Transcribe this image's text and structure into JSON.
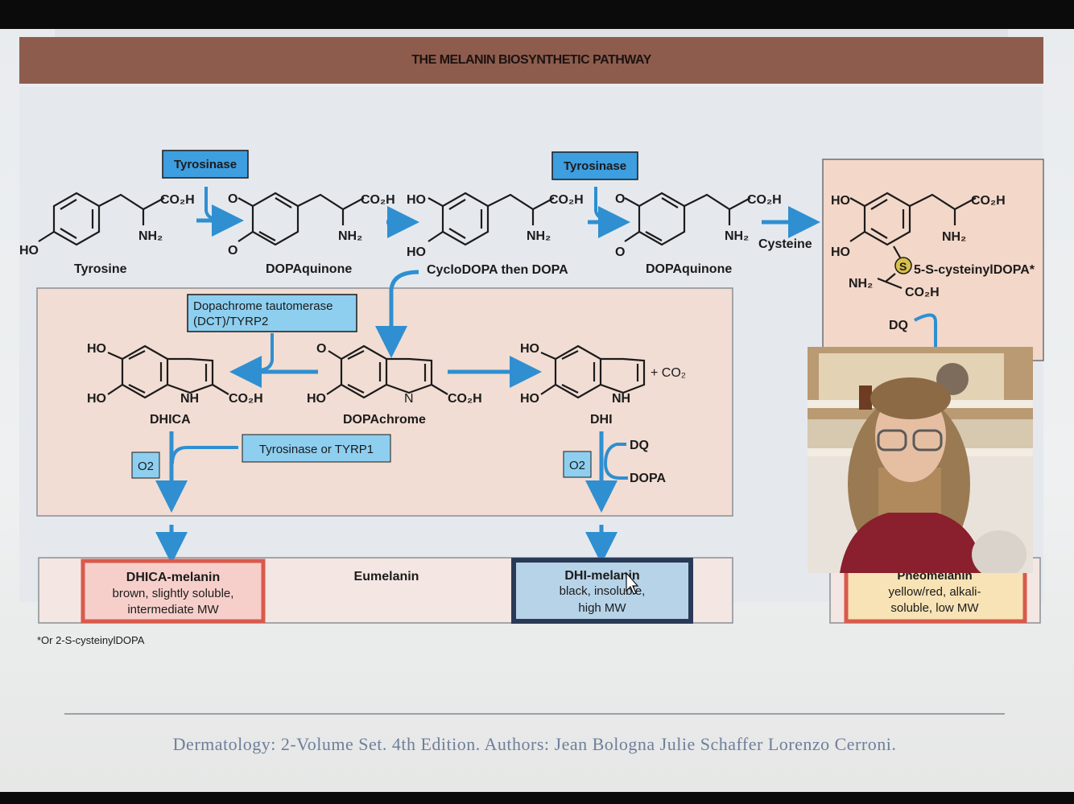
{
  "slide": {
    "title": "THE MELANIN BIOSYNTHETIC PATHWAY",
    "footer": "Dermatology: 2-Volume Set. 4th Edition. Authors: Jean Bologna Julie Schaffer Lorenzo Cerroni.",
    "footnote": "*Or 2-S-cysteinylDOPA"
  },
  "enzymes": {
    "tyrosinase_1": "Tyrosinase",
    "tyrosinase_2": "Tyrosinase",
    "dct_line1": "Dopachrome tautomerase",
    "dct_line2": "(DCT)/TYRP2",
    "tyrosinase_tyrp1": "Tyrosinase or TYRP1"
  },
  "compounds": {
    "tyrosine": "Tyrosine",
    "dopaquinone_1": "DOPAquinone",
    "cyclodopa": "CycloDOPA then DOPA",
    "dopaquinone_2": "DOPAquinone",
    "cysteine": "Cysteine",
    "cysteinyldopa": "5-S-cysteinylDOPA*",
    "dhica": "DHICA",
    "dopachrome": "DOPAchrome",
    "dhi": "DHI"
  },
  "groups": {
    "co2h": "CO₂H",
    "nh2": "NH₂",
    "ho": "HO",
    "o": "O",
    "nh": "NH",
    "n": "N",
    "s": "S",
    "plus_co2": "+ CO₂",
    "dq": "DQ",
    "dopa": "DOPA",
    "o2": "O2"
  },
  "products": {
    "dhica_melanin_title": "DHICA-melanin",
    "dhica_melanin_l1": "brown, slightly soluble,",
    "dhica_melanin_l2": "intermediate MW",
    "eumelanin": "Eumelanin",
    "dhi_melanin_title": "DHI-melanin",
    "dhi_melanin_l1": "black, insoluble,",
    "dhi_melanin_l2": "high MW",
    "pheomelanin_title": "Pheomelanin",
    "pheomelanin_l1": "yellow/red, alkali-",
    "pheomelanin_l2": "soluble, low MW"
  },
  "colors": {
    "enzyme_box": "#3d9ee0",
    "arrow": "#2f8fd1",
    "eumelanin_region": "#f1ddd3",
    "pheomelanin_region": "#f3d7c8",
    "title_band": "#8e5c4d"
  }
}
